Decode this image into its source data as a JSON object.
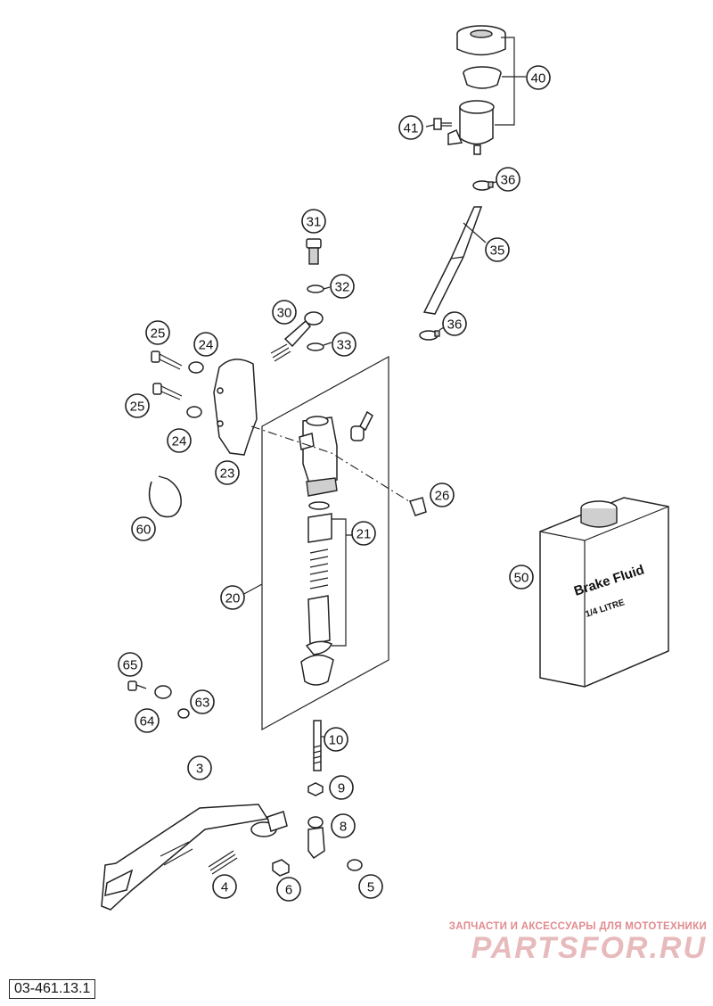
{
  "document": {
    "code": "03-461.13.1"
  },
  "callouts": [
    {
      "id": "p40",
      "label": "40"
    },
    {
      "id": "p41",
      "label": "41"
    },
    {
      "id": "p36a",
      "label": "36"
    },
    {
      "id": "p35",
      "label": "35"
    },
    {
      "id": "p36b",
      "label": "36"
    },
    {
      "id": "p31",
      "label": "31"
    },
    {
      "id": "p32",
      "label": "32"
    },
    {
      "id": "p30",
      "label": "30"
    },
    {
      "id": "p33",
      "label": "33"
    },
    {
      "id": "p25a",
      "label": "25"
    },
    {
      "id": "p24a",
      "label": "24"
    },
    {
      "id": "p25b",
      "label": "25"
    },
    {
      "id": "p24b",
      "label": "24"
    },
    {
      "id": "p23",
      "label": "23"
    },
    {
      "id": "p26",
      "label": "26"
    },
    {
      "id": "p60",
      "label": "60"
    },
    {
      "id": "p21",
      "label": "21"
    },
    {
      "id": "p20",
      "label": "20"
    },
    {
      "id": "p50",
      "label": "50"
    },
    {
      "id": "p65",
      "label": "65"
    },
    {
      "id": "p63",
      "label": "63"
    },
    {
      "id": "p64",
      "label": "64"
    },
    {
      "id": "p10",
      "label": "10"
    },
    {
      "id": "p3",
      "label": "3"
    },
    {
      "id": "p9",
      "label": "9"
    },
    {
      "id": "p8",
      "label": "8"
    },
    {
      "id": "p4",
      "label": "4"
    },
    {
      "id": "p6",
      "label": "6"
    },
    {
      "id": "p5",
      "label": "5"
    }
  ],
  "fluid_can": {
    "brand": "Brake Fluid",
    "volume": "1/4 LITRE"
  },
  "watermark": {
    "line1": "ЗАПЧАСТИ И АКСЕССУАРЫ ДЛЯ МОТОТЕХНИКИ",
    "line2": "PARTSFOR.RU"
  }
}
